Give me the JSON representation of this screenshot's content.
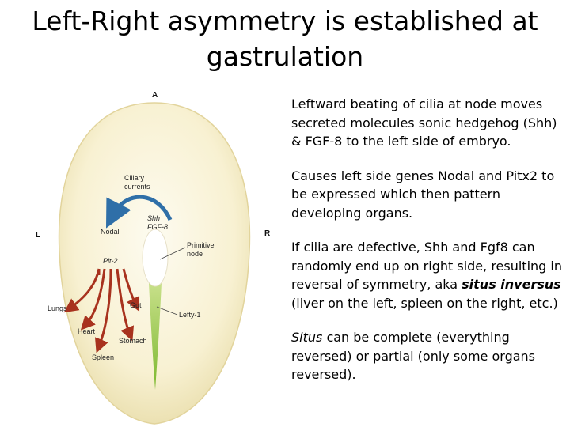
{
  "slide": {
    "title_line1": "Left-Right asymmetry is established at",
    "title_line2": "gastrulation",
    "paragraphs": {
      "p1": "Leftward beating of cilia at node moves secreted molecules sonic hedgehog (Shh) & FGF-8 to the left side of embryo.",
      "p2": "Causes left side genes Nodal and Pitx2 to be expressed which then pattern developing organs.",
      "p3_a": "If cilia are defective, Shh and Fgf8 can randomly end up on right side, resulting in reversal of symmetry, aka ",
      "p3_em": "situs inversus",
      "p3_b": " (liver on the left, spleen on the right, etc.)",
      "p4_em": "Situs",
      "p4_b": " can be complete (everything reversed) or partial (only some organs reversed)."
    }
  },
  "diagram": {
    "label_a": "A",
    "label_l": "L",
    "label_r": "R",
    "ciliary_1": "Ciliary",
    "ciliary_2": "currents",
    "shh": "Shh",
    "fgf8": "FGF-8",
    "nodal": "Nodal",
    "primitive_1": "Primitive",
    "primitive_2": "node",
    "pit2": "Pit-2",
    "lungs": "Lungs",
    "gut": "Gut",
    "lefty": "Lefty-1",
    "heart": "Heart",
    "stomach": "Stomach",
    "spleen": "Spleen",
    "colors": {
      "embryo_outer": "#f4ecc4",
      "embryo_inner": "#fbf7e2",
      "arrow_red": "#a8321e",
      "arrow_blue": "#2f6fa8",
      "streak_green": "#8cc63f"
    }
  }
}
